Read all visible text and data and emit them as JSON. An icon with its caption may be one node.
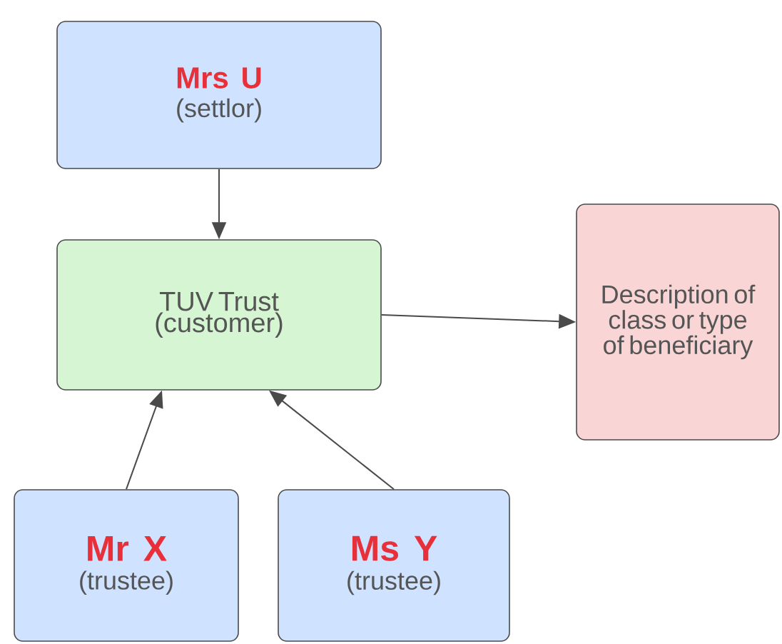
{
  "diagram": {
    "nodes": [
      {
        "text": [
          "Mrs U",
          "(settlor)"
        ]
      },
      {
        "text": [
          "TUV Trust (customer)"
        ]
      },
      {
        "text": [
          "Description of class or type of beneficiary"
        ]
      },
      {
        "text": [
          "Mr X",
          "(trustee)"
        ]
      },
      {
        "text": [
          "Ms Y",
          "(trustee)"
        ]
      }
    ],
    "edges": [
      {
        "from": 0,
        "to": 1,
        "arrow": "to"
      },
      {
        "from": 1,
        "to": 2,
        "arrow": "to"
      },
      {
        "from": 3,
        "to": 1,
        "arrow": "to"
      },
      {
        "from": 4,
        "to": 1,
        "arrow": "to"
      }
    ]
  }
}
